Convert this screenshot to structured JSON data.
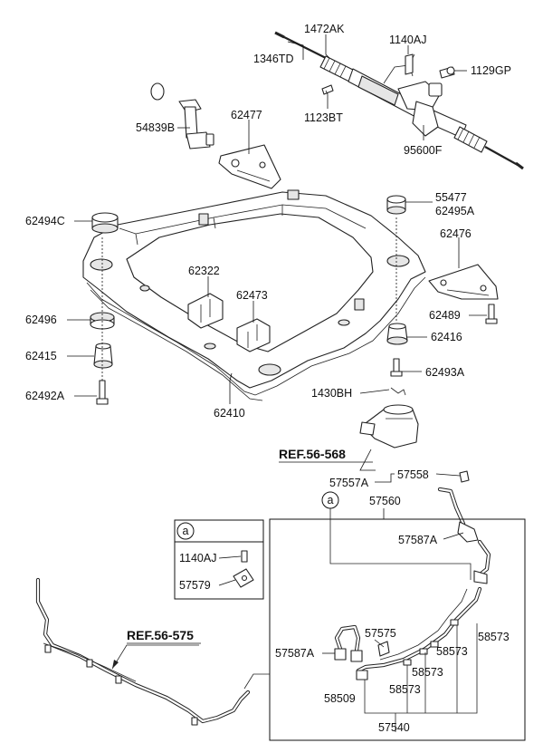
{
  "labels": {
    "p1346TD": "1346TD",
    "p1472AK": "1472AK",
    "p1140AJ_top": "1140AJ",
    "p1129GP": "1129GP",
    "p54839B": "54839B",
    "p62477": "62477",
    "p1123BT": "1123BT",
    "p95600F": "95600F",
    "p62494C": "62494C",
    "p55477": "55477",
    "p62495A": "62495A",
    "p62476": "62476",
    "p62322": "62322",
    "p62473": "62473",
    "p62496": "62496",
    "p62489": "62489",
    "p62416": "62416",
    "p62415": "62415",
    "p62493A": "62493A",
    "p62492A": "62492A",
    "p1430BH": "1430BH",
    "p62410": "62410",
    "p57557A": "57557A",
    "p57558": "57558",
    "p57560": "57560",
    "p57587A_top": "57587A",
    "p1140AJ_box": "1140AJ",
    "p57579": "57579",
    "p57575": "57575",
    "p57587A_low": "57587A",
    "p58573_a": "58573",
    "p58573_b": "58573",
    "p58573_c": "58573",
    "p58573_d": "58573",
    "p58509": "58509",
    "p57540": "57540"
  },
  "refs": {
    "ref568": "REF.56-568",
    "ref575": "REF.56-575"
  },
  "callouts": {
    "a_main": "a",
    "a_box": "a"
  }
}
